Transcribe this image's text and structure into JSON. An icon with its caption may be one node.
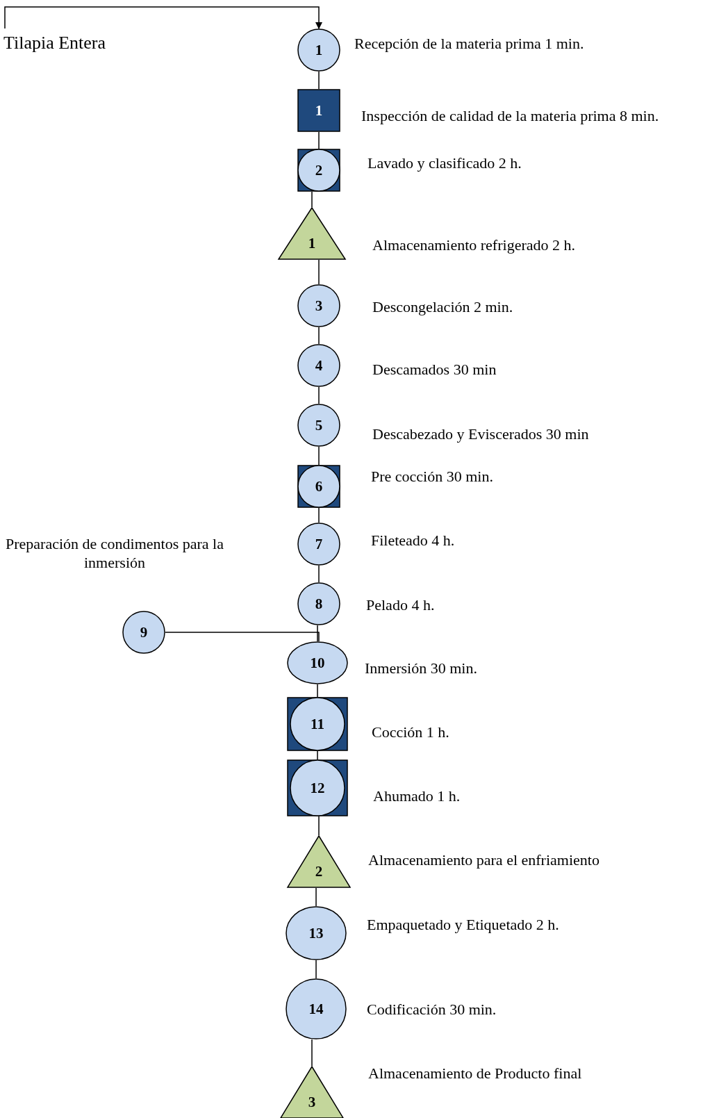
{
  "diagram": {
    "nodes": [
      {
        "text": [
          "Tilapia Entera"
        ]
      },
      {
        "text": [
          "1"
        ],
        "beside": [
          "Recepción de la materia prima 1 min."
        ]
      },
      {
        "text": [
          "1"
        ],
        "beside": [
          "Inspección de calidad de la materia prima 8 min."
        ]
      },
      {
        "text": [
          "2"
        ],
        "beside": [
          "Lavado y clasificado 2 h."
        ]
      },
      {
        "text": [
          "1"
        ],
        "beside": [
          "Almacenamiento refrigerado 2 h."
        ]
      },
      {
        "text": [
          "3"
        ],
        "beside": [
          "Descongelación 2 min."
        ]
      },
      {
        "text": [
          "4"
        ],
        "beside": [
          "Descamados 30 min"
        ]
      },
      {
        "text": [
          "5"
        ],
        "beside": [
          "Descabezado y Eviscerados 30 min"
        ]
      },
      {
        "text": [
          "6"
        ],
        "beside": [
          "Pre cocción 30 min."
        ]
      },
      {
        "text": [
          "7"
        ],
        "beside": [
          "Fileteado 4 h."
        ]
      },
      {
        "text": [
          "8"
        ],
        "beside": [
          "Pelado 4 h."
        ]
      },
      {
        "text": [
          "9"
        ],
        "beside": [
          "Preparación de condimentos para la inmersión"
        ]
      },
      {
        "text": [
          "10"
        ],
        "beside": [
          "Inmersión 30 min."
        ]
      },
      {
        "text": [
          "11"
        ],
        "beside": [
          "Cocción 1 h."
        ]
      },
      {
        "text": [
          "12"
        ],
        "beside": [
          "Ahumado 1 h."
        ]
      },
      {
        "text": [
          "2"
        ],
        "beside": [
          "Almacenamiento para el enfriamiento"
        ]
      },
      {
        "text": [
          "13"
        ],
        "beside": [
          "Empaquetado y Etiquetado 2 h."
        ]
      },
      {
        "text": [
          "14"
        ],
        "beside": [
          "Codificación 30 min."
        ]
      },
      {
        "text": [
          "3"
        ],
        "beside": [
          "Almacenamiento de Producto final"
        ]
      }
    ],
    "edges": [
      {
        "from": 0,
        "to": 1,
        "arrow": "to"
      },
      {
        "from": 1,
        "to": 2,
        "arrow": "none"
      },
      {
        "from": 2,
        "to": 3,
        "arrow": "none"
      },
      {
        "from": 3,
        "to": 4,
        "arrow": "none"
      },
      {
        "from": 4,
        "to": 5,
        "arrow": "none"
      },
      {
        "from": 5,
        "to": 6,
        "arrow": "none"
      },
      {
        "from": 6,
        "to": 7,
        "arrow": "none"
      },
      {
        "from": 7,
        "to": 8,
        "arrow": "none"
      },
      {
        "from": 8,
        "to": 9,
        "arrow": "none"
      },
      {
        "from": 9,
        "to": 10,
        "arrow": "none"
      },
      {
        "from": 10,
        "to": 12,
        "arrow": "none"
      },
      {
        "from": 11,
        "to": 12,
        "arrow": "none"
      },
      {
        "from": 12,
        "to": 13,
        "arrow": "none"
      },
      {
        "from": 13,
        "to": 14,
        "arrow": "none"
      },
      {
        "from": 14,
        "to": 15,
        "arrow": "none"
      },
      {
        "from": 15,
        "to": 16,
        "arrow": "none"
      },
      {
        "from": 16,
        "to": 17,
        "arrow": "none"
      },
      {
        "from": 17,
        "to": 18,
        "arrow": "none"
      }
    ]
  }
}
